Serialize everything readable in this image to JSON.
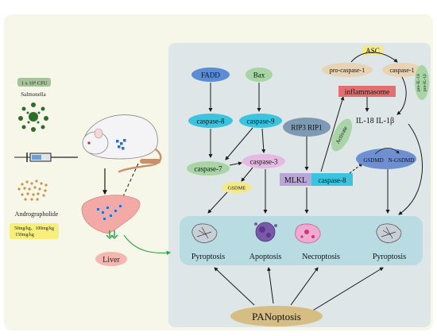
{
  "left": {
    "cfu_label": "1 x 10⁹ CFU",
    "salmonella_label": "Salmonella",
    "andrographolide_label": "Andrographolide",
    "dose_label_1": "50mg/kg、100mg/kg",
    "dose_label_2": "150mg/kg",
    "liver_label": "Liver"
  },
  "pathways": {
    "fadd": "FADD",
    "bax": "Bax",
    "caspase8": "caspase-8",
    "caspase9": "caspase-9",
    "caspase7": "caspase-7",
    "caspase3": "caspase-3",
    "gsdme": "GSDME",
    "rip3_rip1": "RIP3 RIP1",
    "mlkl": "MLKL",
    "caspase8_mlkl": "caspase-8",
    "activate": "Activate",
    "asc": "ASC",
    "procaspase1": "pro-caspase-1",
    "caspase1": "caspase-1",
    "inflammasome": "inflammasome",
    "il18_il1b": "IL-18  IL-1β",
    "pro_il18": "pro-IL-18",
    "pro_il1b": "pro-IL-1β",
    "gsdmd": "GSDMD",
    "n_gsdmd": "N-GSDMD"
  },
  "outcomes": {
    "pyroptosis_left": "Pyroptosis",
    "apoptosis": "Apoptosis",
    "necroptosis": "Necroptosis",
    "pyroptosis_right": "Pyroptosis"
  },
  "panoptosis": "PANoptosis",
  "colors": {
    "outer_bg": "#f6f7e8",
    "panel": "#dfe6e8",
    "cyan": "#3cc3de",
    "blue_oval": "#5b8dd6",
    "green_oval": "#a8d4a6",
    "asc_yellow": "#f5e985",
    "inflammasome_red": "#e27070",
    "liver_pink": "#f6b6b0",
    "tan": "#d9c48e",
    "mlkl_purple": "#b9a6d6",
    "gsdmd_blue": "#6f8fd0"
  }
}
